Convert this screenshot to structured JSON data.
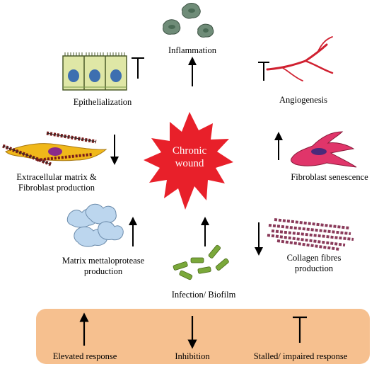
{
  "center": {
    "line1": "Chronic",
    "line2": "wound"
  },
  "labels": {
    "inflammation": "Inflammation",
    "angiogenesis": "Angiogenesis",
    "epithelialization": "Epithelialization",
    "fibroblast_senescence": "Fibroblast senescence",
    "extracellular_matrix_line1": "Extracellular matrix &",
    "extracellular_matrix_line2": "Fibroblast production",
    "matrix_mmp_line1": "Matrix mettaloprotease",
    "matrix_mmp_line2": "production",
    "collagen_line1": "Collagen fibres",
    "collagen_line2": "production",
    "infection": "Infection/ Biofilm"
  },
  "legend": {
    "elevated": "Elevated response",
    "inhibition": "Inhibition",
    "stalled": "Stalled/ impaired response"
  },
  "colors": {
    "starburst": "#e8202a",
    "legend_bg": "#f6c08f",
    "fibroblast": "#e0356a",
    "bacteria": "#7aa83a",
    "vessel": "#d02030",
    "collagen": "#8a3a5a",
    "mmp": "#bcd6ee"
  },
  "states": {
    "inflammation": "elevated",
    "angiogenesis": "stalled",
    "epithelialization": "stalled",
    "fibroblast_senescence": "elevated",
    "extracellular_matrix": "inhibition",
    "matrix_mmp": "elevated",
    "collagen": "inhibition",
    "infection": "elevated"
  }
}
